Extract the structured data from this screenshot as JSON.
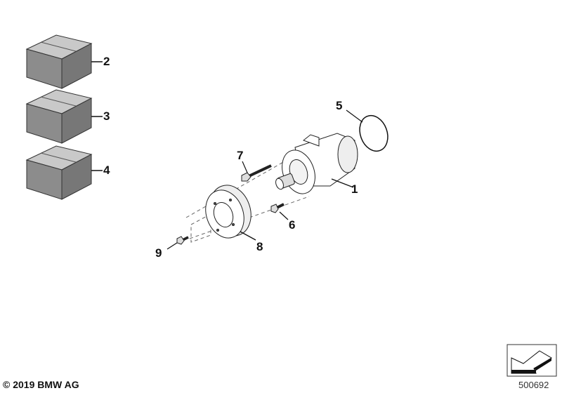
{
  "diagram": {
    "callouts": [
      {
        "id": "1",
        "label": "1"
      },
      {
        "id": "2",
        "label": "2"
      },
      {
        "id": "3",
        "label": "3"
      },
      {
        "id": "4",
        "label": "4"
      },
      {
        "id": "5",
        "label": "5"
      },
      {
        "id": "6",
        "label": "6"
      },
      {
        "id": "7",
        "label": "7"
      },
      {
        "id": "8",
        "label": "8"
      },
      {
        "id": "9",
        "label": "9"
      }
    ],
    "copyright": "© 2019 BMW AG",
    "diagram_number": "500692",
    "colors": {
      "box_top": "#c8c8c8",
      "box_front": "#8a8a8a",
      "box_side": "#707070",
      "line": "#111111"
    }
  }
}
